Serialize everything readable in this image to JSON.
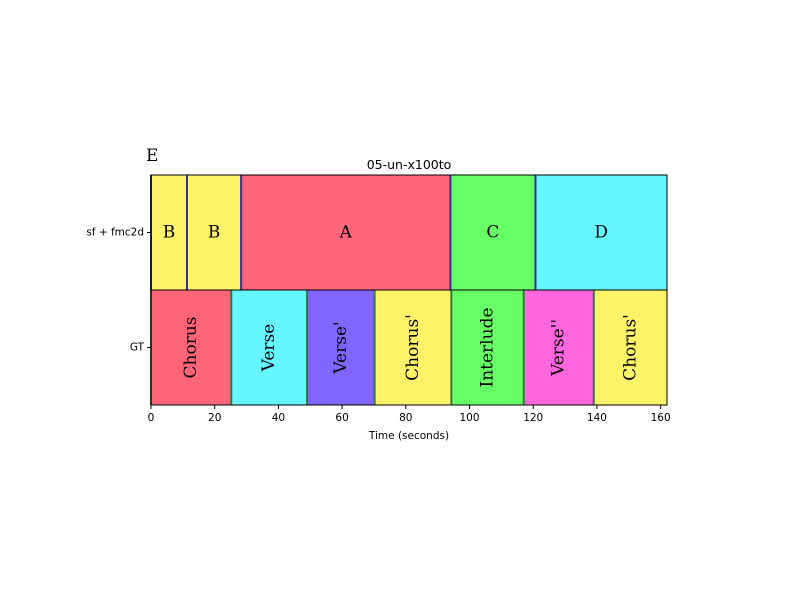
{
  "panel_letter": "E",
  "chart_data": {
    "type": "segment-timeline",
    "title": "05-un-x100to",
    "xlabel": "Time (seconds)",
    "xlim": [
      0,
      162
    ],
    "xticks": [
      0,
      20,
      40,
      60,
      80,
      100,
      120,
      140,
      160
    ],
    "rows": [
      {
        "name": "sf + fmc2d",
        "label_orientation": "horizontal",
        "boundary_color": "#2a2f9a",
        "segments": [
          {
            "label": "B",
            "start": 0,
            "end": 11.3,
            "color": "#fff36a"
          },
          {
            "label": "B",
            "start": 11.3,
            "end": 28.3,
            "color": "#fff36a"
          },
          {
            "label": "A",
            "start": 28.3,
            "end": 94.0,
            "color": "#ff6578"
          },
          {
            "label": "C",
            "start": 94.0,
            "end": 120.7,
            "color": "#66ff66"
          },
          {
            "label": "D",
            "start": 120.7,
            "end": 162,
            "color": "#66f6ff"
          }
        ]
      },
      {
        "name": "GT",
        "label_orientation": "vertical",
        "boundary_color": "#2f7a3a",
        "segments": [
          {
            "label": "Chorus",
            "start": 0,
            "end": 25.2,
            "color": "#ff6578"
          },
          {
            "label": "Verse",
            "start": 25.2,
            "end": 49.0,
            "color": "#66f6ff"
          },
          {
            "label": "Verse'",
            "start": 49.0,
            "end": 70.2,
            "color": "#8066ff"
          },
          {
            "label": "Chorus'",
            "start": 70.2,
            "end": 94.3,
            "color": "#fff36a"
          },
          {
            "label": "Interlude",
            "start": 94.3,
            "end": 117.0,
            "color": "#66ff66"
          },
          {
            "label": "Verse''",
            "start": 117.0,
            "end": 139.0,
            "color": "#ff66dd"
          },
          {
            "label": "Chorus'",
            "start": 139.0,
            "end": 162,
            "color": "#fff36a"
          }
        ]
      }
    ]
  }
}
